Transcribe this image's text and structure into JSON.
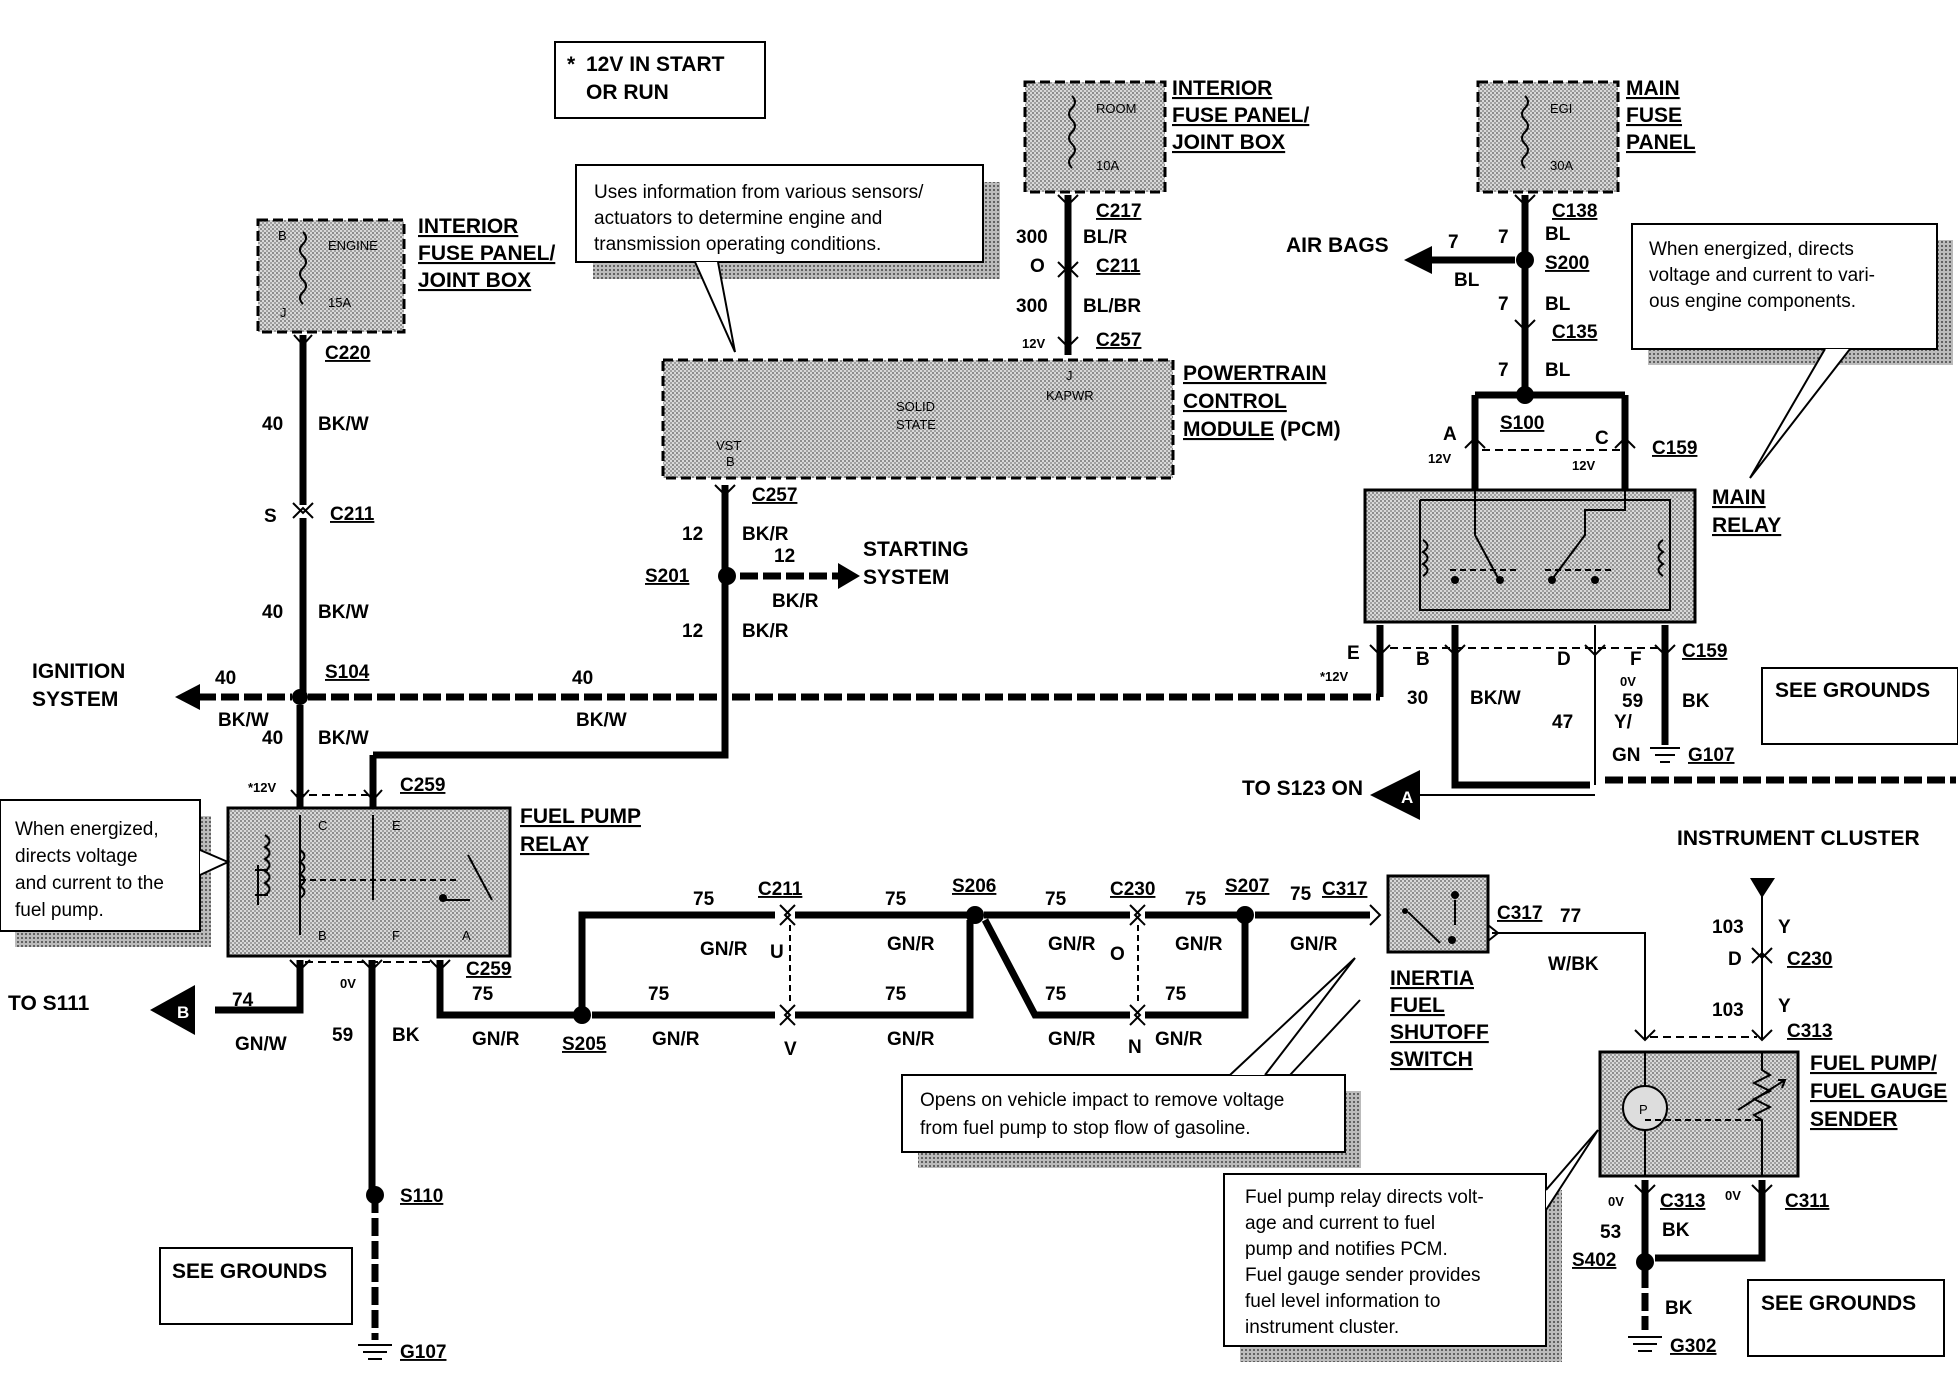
{
  "header_note": {
    "star": "*",
    "line1": "12V IN START",
    "line2": "OR RUN"
  },
  "components": {
    "fuse_left": {
      "title1": "INTERIOR",
      "title2": "FUSE PANEL/",
      "title3": "JOINT BOX",
      "fuse": "ENGINE",
      "rating": "15A",
      "pin_b": "B",
      "pin_j": "J"
    },
    "fuse_mid": {
      "title1": "INTERIOR",
      "title2": "FUSE PANEL/",
      "title3": "JOINT BOX",
      "fuse": "ROOM",
      "rating": "10A"
    },
    "fuse_main": {
      "title1": "MAIN",
      "title2": "FUSE",
      "title3": "PANEL",
      "fuse": "EGI",
      "rating": "30A"
    },
    "pcm": {
      "title1": "POWERTRAIN",
      "title2": "CONTROL",
      "title3": "MODULE",
      "title3b": "(PCM)",
      "state1": "SOLID",
      "state2": "STATE",
      "pin_j": "J",
      "kapwr": "KAPWR",
      "vst": "VST",
      "pin_b": "B"
    },
    "main_relay": {
      "title1": "MAIN",
      "title2": "RELAY"
    },
    "fuel_relay": {
      "title1": "FUEL PUMP",
      "title2": "RELAY",
      "pin_c": "C",
      "pin_e": "E",
      "pin_b": "B",
      "pin_f": "F",
      "pin_a": "A"
    },
    "inertia": {
      "title1": "INERTIA",
      "title2": "FUEL",
      "title3": "SHUTOFF",
      "title4": "SWITCH"
    },
    "sender": {
      "title1": "FUEL PUMP/",
      "title2": "FUEL GAUGE",
      "title3": "SENDER",
      "pump": "P"
    },
    "cluster": {
      "title": "INSTRUMENT CLUSTER"
    }
  },
  "notes": {
    "pcm_note": [
      "Uses information from various sensors/",
      "actuators to determine engine and",
      "transmission operating conditions."
    ],
    "main_relay_note": [
      "When energized, directs",
      "voltage and current to vari-",
      "ous engine components."
    ],
    "fuel_relay_note": [
      "When energized,",
      "directs voltage",
      "and current to the",
      "fuel pump."
    ],
    "inertia_note": [
      "Opens on vehicle impact to remove voltage",
      "from fuel pump to stop flow of gasoline."
    ],
    "sender_note": [
      "Fuel pump relay directs volt-",
      "age and current to fuel",
      "pump and notifies PCM.",
      "Fuel gauge sender provides",
      "fuel level information to",
      "instrument cluster."
    ]
  },
  "see_grounds": [
    "SEE GROUNDS",
    "SEE GROUNDS",
    "SEE GROUNDS"
  ],
  "destinations": {
    "air_bags": "AIR BAGS",
    "ignition1": "IGNITION",
    "ignition2": "SYSTEM",
    "starting1": "STARTING",
    "starting2": "SYSTEM",
    "to_s123": "TO S123 ON",
    "conn_a": "A",
    "to_s111": "TO S111",
    "conn_b": "B"
  },
  "connectors": {
    "c220": "C220",
    "c211a": "C211",
    "s104": "S104",
    "c259a": "C259",
    "c259b": "C259",
    "c217": "C217",
    "c211b": "C211",
    "c257a": "C257",
    "c257b": "C257",
    "s201": "S201",
    "c138": "C138",
    "s200": "S200",
    "c135": "C135",
    "s100": "S100",
    "c159a": "C159",
    "c159b": "C159",
    "g107a": "G107",
    "g107b": "G107",
    "s110": "S110",
    "c211c": "C211",
    "s206": "S206",
    "c230a": "C230",
    "s207": "S207",
    "c317a": "C317",
    "c317b": "C317",
    "s205": "S205",
    "c230b": "C230",
    "c313a": "C313",
    "c313b": "C313",
    "c311": "C311",
    "s402": "S402",
    "g302": "G302"
  },
  "wires": {
    "w40": "40",
    "bkw": "BK/W",
    "s_pin": "S",
    "w300": "300",
    "blr": "BL/R",
    "o_pin": "O",
    "blbr": "BL/BR",
    "v12": "12V",
    "w12": "12",
    "bkr": "BK/R",
    "w7": "7",
    "bl": "BL",
    "pin_a": "A",
    "pin_c": "C",
    "pin_e": "E",
    "pin_b": "B",
    "pin_d": "D",
    "pin_f": "F",
    "star12v": "*12V",
    "v0": "0V",
    "w30": "30",
    "w47": "47",
    "y_slash": "Y/",
    "gn": "GN",
    "w59": "59",
    "bk": "BK",
    "w74": "74",
    "gnw": "GN/W",
    "w75": "75",
    "gnr": "GN/R",
    "u_pin": "U",
    "v_pin": "V",
    "n_pin": "N",
    "w77": "77",
    "wbk": "W/BK",
    "w103": "103",
    "y": "Y",
    "d_pin": "D",
    "w53": "53"
  }
}
